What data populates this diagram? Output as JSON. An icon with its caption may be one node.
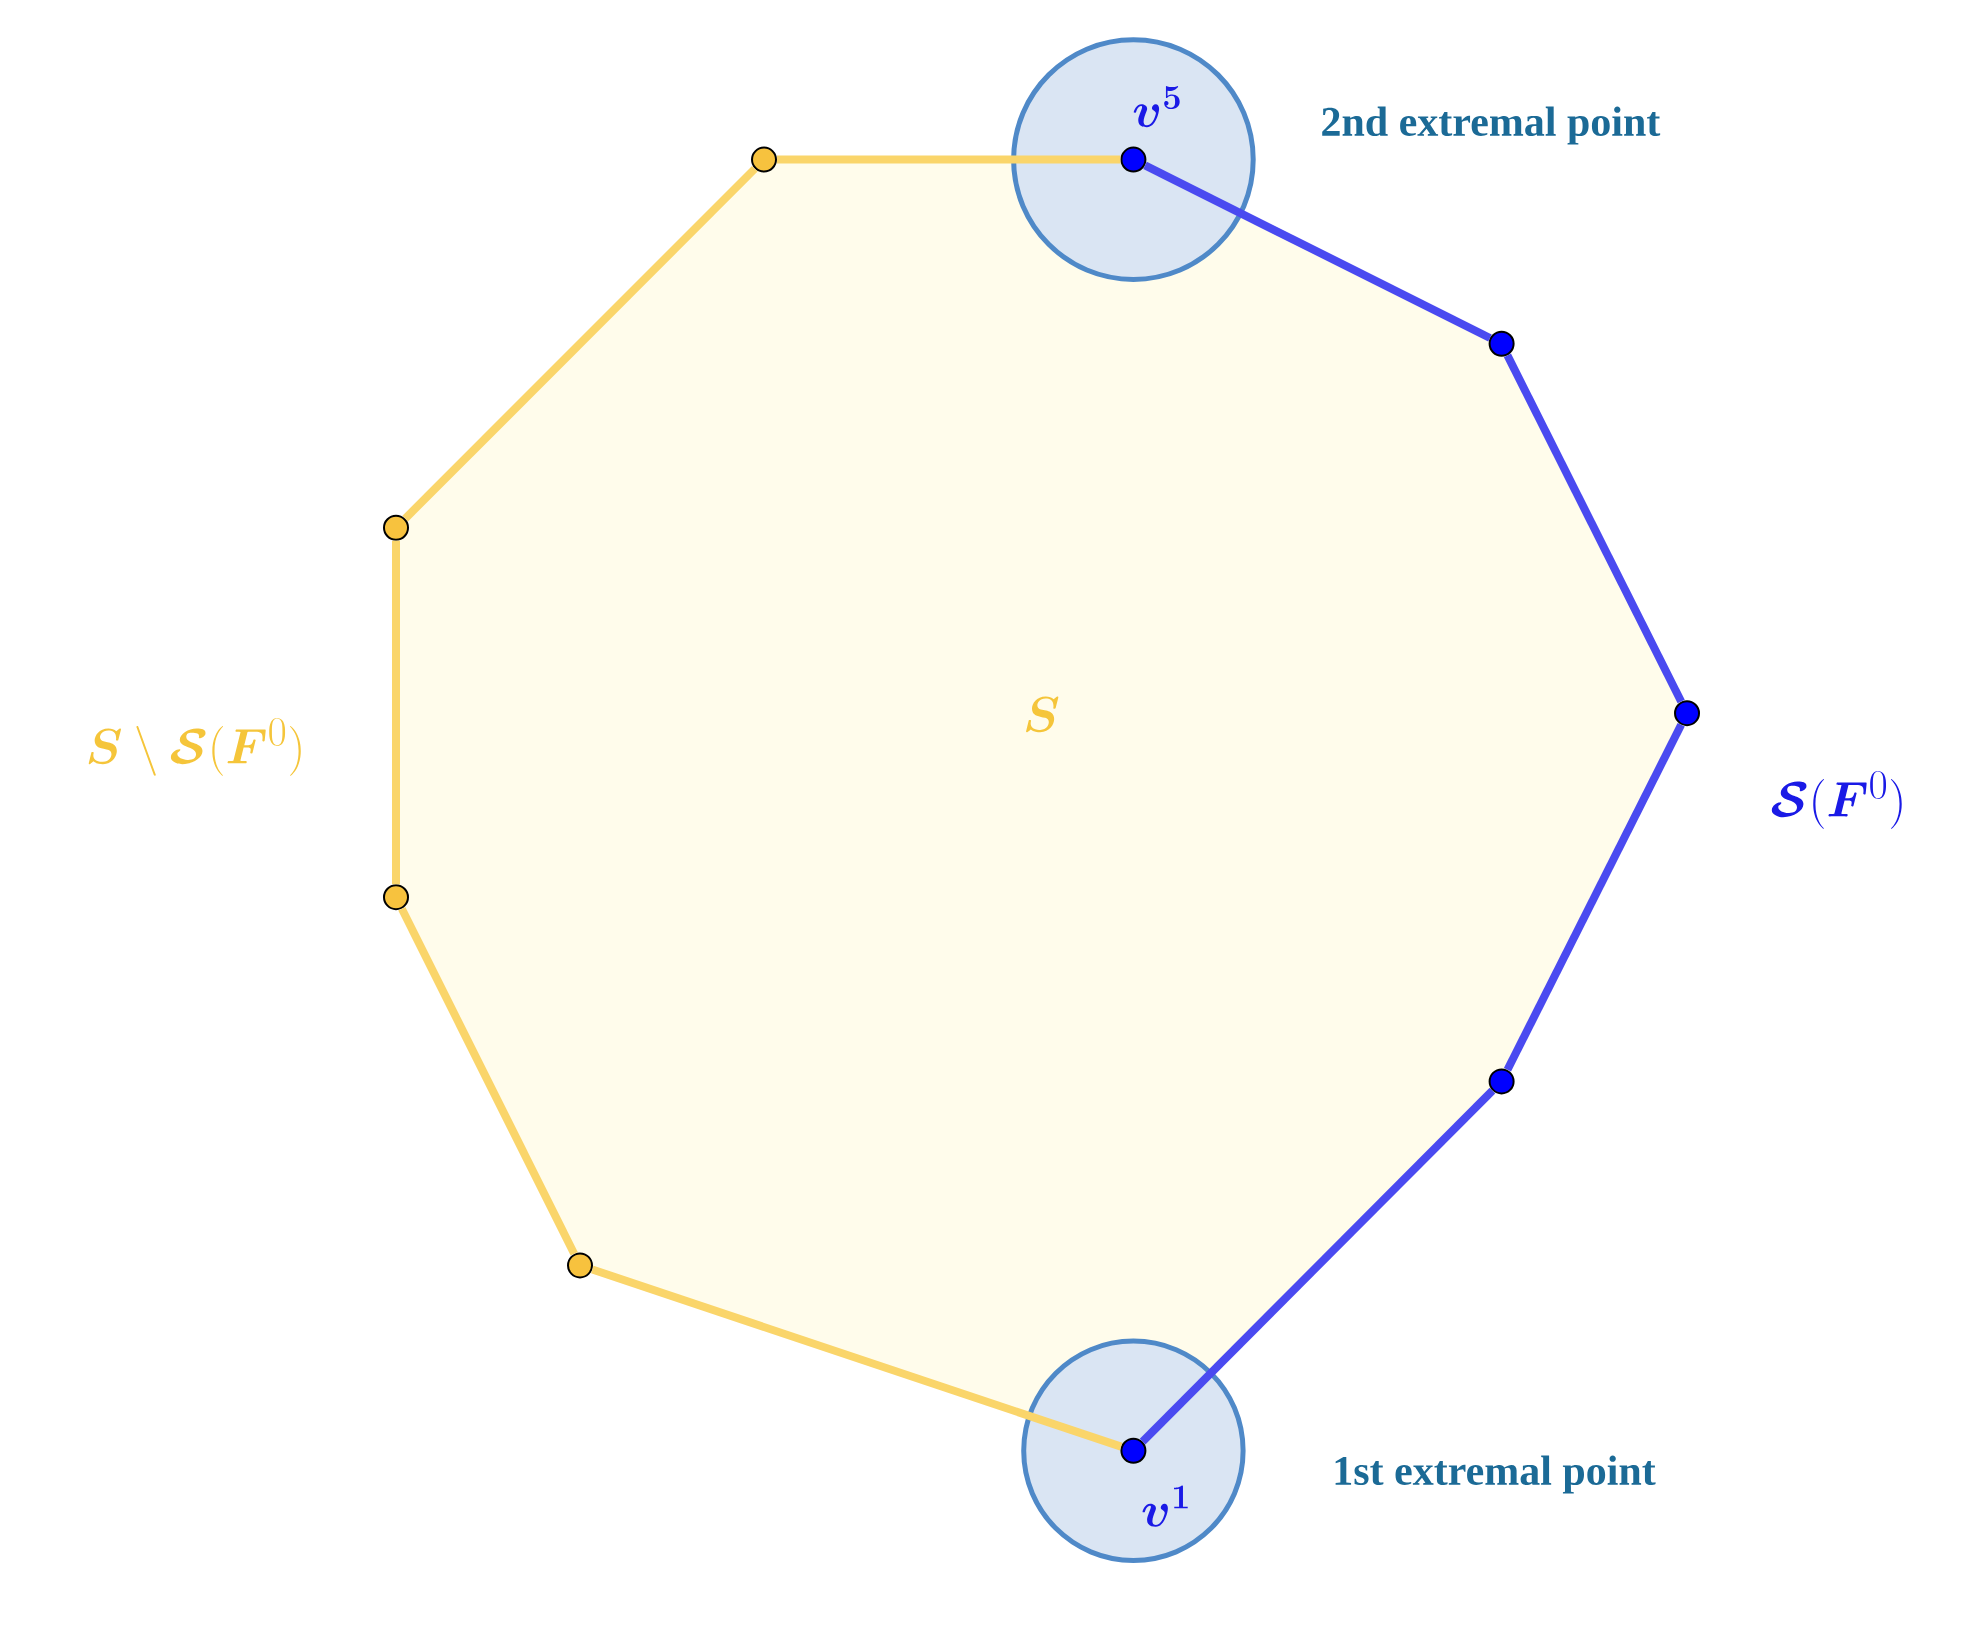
{
  "diagram": {
    "nodes": [
      {
        "text": [
          "\\bm{v}^{\\bm{5}}"
        ],
        "beside": [
          "2nd extremal point"
        ]
      },
      {
        "text": [],
        "shape": "circle",
        "in": 0
      },
      {
        "text": [],
        "shape": "circle"
      },
      {
        "text": [],
        "shape": "circle"
      },
      {
        "text": [],
        "shape": "circle"
      },
      {
        "text": [
          "\\bm{v}^{\\bm{1}}"
        ],
        "beside": [
          "1st  extremal point"
        ]
      },
      {
        "text": [],
        "shape": "circle",
        "in": 5
      },
      {
        "text": [],
        "shape": "circle"
      },
      {
        "text": [],
        "shape": "circle"
      },
      {
        "text": [],
        "shape": "circle"
      },
      {
        "text": [],
        "shape": "circle"
      }
    ],
    "edges": [
      {
        "from": 1,
        "to": 2,
        "arrow": "none",
        "color": "#4a4af0"
      },
      {
        "from": 2,
        "to": 3,
        "arrow": "none",
        "color": "#4a4af0"
      },
      {
        "from": 3,
        "to": 4,
        "arrow": "none",
        "color": "#4a4af0"
      },
      {
        "from": 4,
        "to": 6,
        "arrow": "none",
        "color": "#4a4af0"
      },
      {
        "from": 6,
        "to": 7,
        "arrow": "none"
      },
      {
        "from": 7,
        "to": 8,
        "arrow": "none"
      },
      {
        "from": 8,
        "to": 9,
        "arrow": "none"
      },
      {
        "from": 9,
        "to": 10,
        "arrow": "none"
      },
      {
        "from": 10,
        "to": 1,
        "arrow": "none"
      }
    ],
    "labels": [
      "\\bm{S}",
      "\\bm{S}\\setminus\\bm{\\mathcal{S}}(\\bm{F}^{0})",
      "\\bm{\\mathcal{S}}(\\bm{F}^{0})"
    ]
  }
}
